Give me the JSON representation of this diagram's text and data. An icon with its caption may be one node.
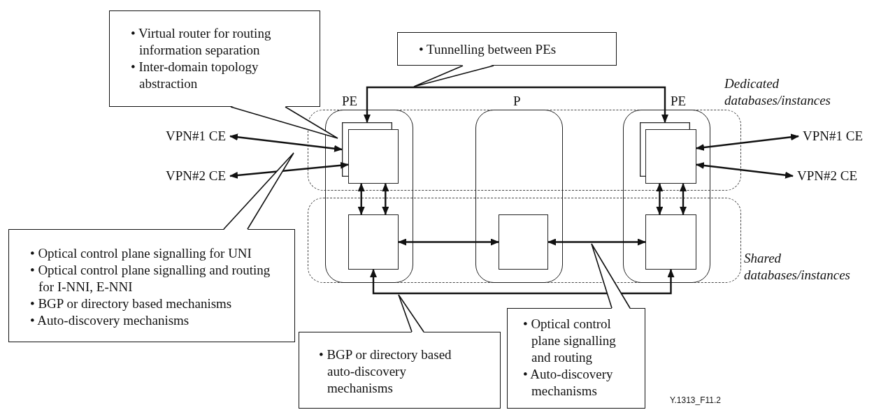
{
  "diagram": {
    "nodes": [
      {
        "text": [
          "• Virtual router for routing information separation",
          "• Inter-domain topology abstraction"
        ]
      },
      {
        "text": [
          "• Tunnelling between PEs"
        ]
      },
      {
        "text": [
          "PE"
        ]
      },
      {
        "text": [
          "P"
        ]
      },
      {
        "text": [
          "PE"
        ]
      },
      {
        "text": [],
        "shape": "box",
        "in": 2
      },
      {
        "text": [],
        "shape": "box",
        "in": 2
      },
      {
        "text": [],
        "shape": "box",
        "in": 2
      },
      {
        "text": [],
        "shape": "box",
        "in": 3
      },
      {
        "text": [],
        "shape": "box",
        "in": 4
      },
      {
        "text": [],
        "shape": "box",
        "in": 4
      },
      {
        "text": [],
        "shape": "box",
        "in": 4
      },
      {
        "text": [
          "VPN#1 CE"
        ]
      },
      {
        "text": [
          "VPN#2 CE"
        ]
      },
      {
        "text": [
          "VPN#1 CE"
        ]
      },
      {
        "text": [
          "VPN#2 CE"
        ]
      },
      {
        "text": [
          "• Optical control plane signalling for UNI",
          "• Optical control plane signalling and routing for I-NNI, E-NNI",
          "• BGP or directory based mechanisms",
          "• Auto-discovery mechanisms"
        ]
      },
      {
        "text": [
          "• BGP or directory based auto-discovery mechanisms"
        ]
      },
      {
        "text": [
          "• Optical control plane signalling and routing",
          "• Auto-discovery mechanisms"
        ]
      }
    ],
    "edges": [
      {
        "from": 12,
        "to": 5,
        "arrow": "both"
      },
      {
        "from": 13,
        "to": 6,
        "arrow": "both"
      },
      {
        "from": 10,
        "to": 14,
        "arrow": "both"
      },
      {
        "from": 10,
        "to": 15,
        "arrow": "both"
      },
      {
        "from": 5,
        "to": 9,
        "arrow": "both"
      },
      {
        "from": 6,
        "to": 7,
        "arrow": "both"
      },
      {
        "from": 6,
        "to": 7,
        "arrow": "both"
      },
      {
        "from": 10,
        "to": 11,
        "arrow": "both"
      },
      {
        "from": 10,
        "to": 11,
        "arrow": "both"
      },
      {
        "from": 7,
        "to": 8,
        "arrow": "both"
      },
      {
        "from": 8,
        "to": 11,
        "arrow": "both"
      },
      {
        "from": 7,
        "to": 11,
        "arrow": "both"
      }
    ],
    "labels": [
      "Dedicated databases/instances",
      "Shared databases/instances",
      "Y.1313_F11.2"
    ]
  }
}
